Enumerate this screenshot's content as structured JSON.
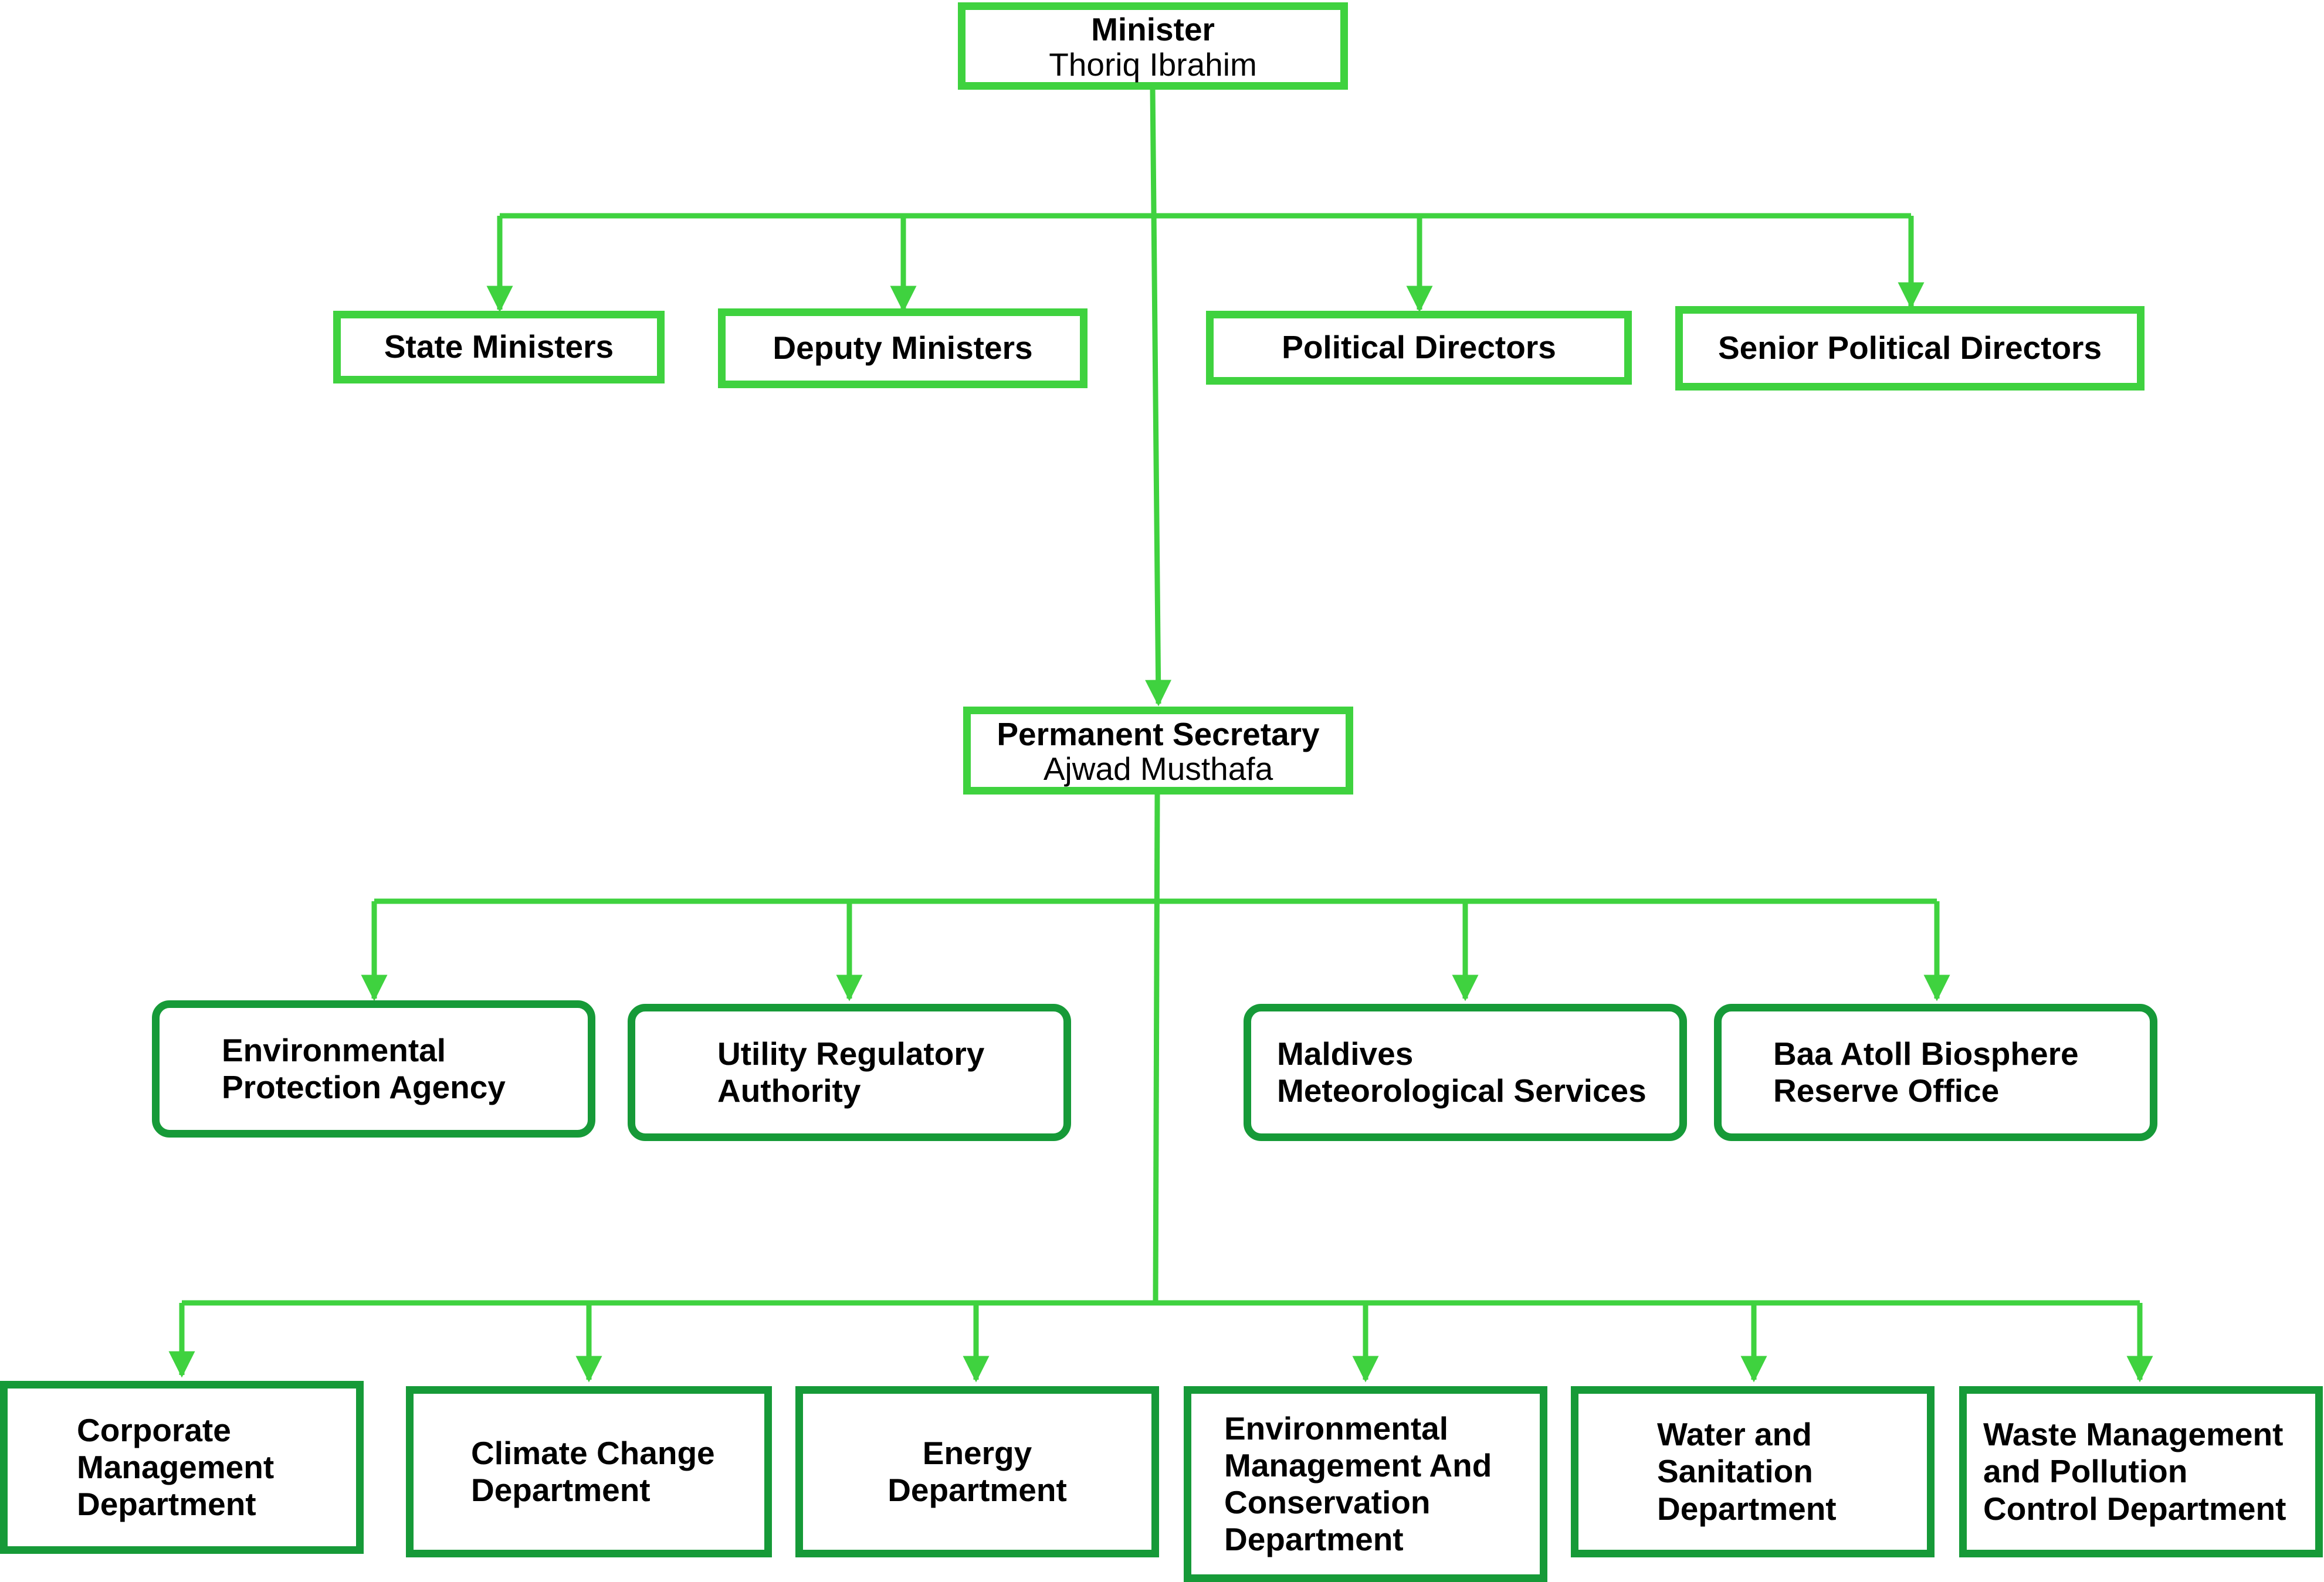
{
  "accent_colors": {
    "connector": "#3fd23f",
    "top_box_border": "#3fd23f",
    "unit_border": "#169a38"
  },
  "minister": {
    "title": "Minister",
    "name": "Thoriq Ibrahim"
  },
  "political_posts": [
    {
      "label": "State Ministers"
    },
    {
      "label": "Deputy Ministers"
    },
    {
      "label": "Political Directors"
    },
    {
      "label": "Senior Political Directors"
    }
  ],
  "permanent_secretary": {
    "title": "Permanent Secretary",
    "name": "Ajwad Musthafa"
  },
  "agencies": [
    {
      "label": "Environmental\nProtection Agency"
    },
    {
      "label": "Utility Regulatory\nAuthority"
    },
    {
      "label": "Maldives\nMeteorological Services"
    },
    {
      "label": "Baa Atoll Biosphere\nReserve Office"
    }
  ],
  "departments": [
    {
      "label": "Corporate\nManagement\nDepartment"
    },
    {
      "label": "Climate Change\nDepartment"
    },
    {
      "label": "Energy\nDepartment"
    },
    {
      "label": "Environmental\nManagement And\nConservation\nDepartment"
    },
    {
      "label": "Water and\nSanitation\nDepartment"
    },
    {
      "label": "Waste Management\nand Pollution\nControl Department"
    }
  ]
}
